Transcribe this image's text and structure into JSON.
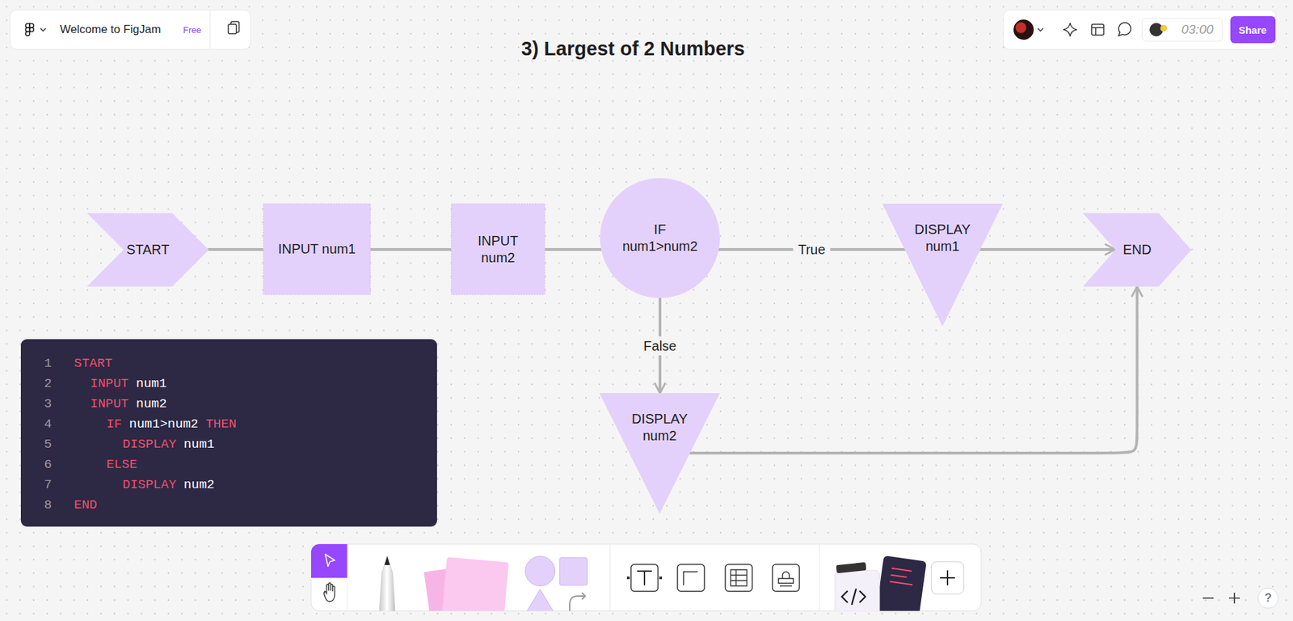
{
  "diagram": {
    "title": "3) Largest of 2 Numbers",
    "nodes": [
      {
        "text": [
          "START"
        ]
      },
      {
        "text": [
          "INPUT num1"
        ]
      },
      {
        "text": [
          "INPUT num2"
        ]
      },
      {
        "text": [
          "IF num1>num2"
        ]
      },
      {
        "text": [
          "DISPLAY num1"
        ]
      },
      {
        "text": [
          "END"
        ]
      },
      {
        "text": [
          "DISPLAY num2"
        ]
      }
    ],
    "edges": [
      {
        "from": 0,
        "to": 1,
        "arrow": "none"
      },
      {
        "from": 1,
        "to": 2,
        "arrow": "none"
      },
      {
        "from": 2,
        "to": 3,
        "arrow": "none"
      },
      {
        "from": 3,
        "to": 4,
        "label": "True",
        "arrow": "none"
      },
      {
        "from": 4,
        "to": 5,
        "arrow": "to"
      },
      {
        "from": 3,
        "to": 6,
        "label": "False",
        "arrow": "to"
      },
      {
        "from": 6,
        "to": 5,
        "arrow": "to"
      }
    ],
    "labels": [
      "Welcome to FigJam",
      "Free",
      "03:00",
      "Share",
      "?",
      "1",
      "START",
      "2",
      "INPUT",
      "num1",
      "3",
      "INPUT",
      "num2",
      "4",
      "IF",
      "num1>num2",
      "THEN",
      "5",
      "DISPLAY",
      "num1",
      "6",
      "ELSE",
      "7",
      "DISPLAY",
      "num2",
      "8",
      "END"
    ]
  }
}
